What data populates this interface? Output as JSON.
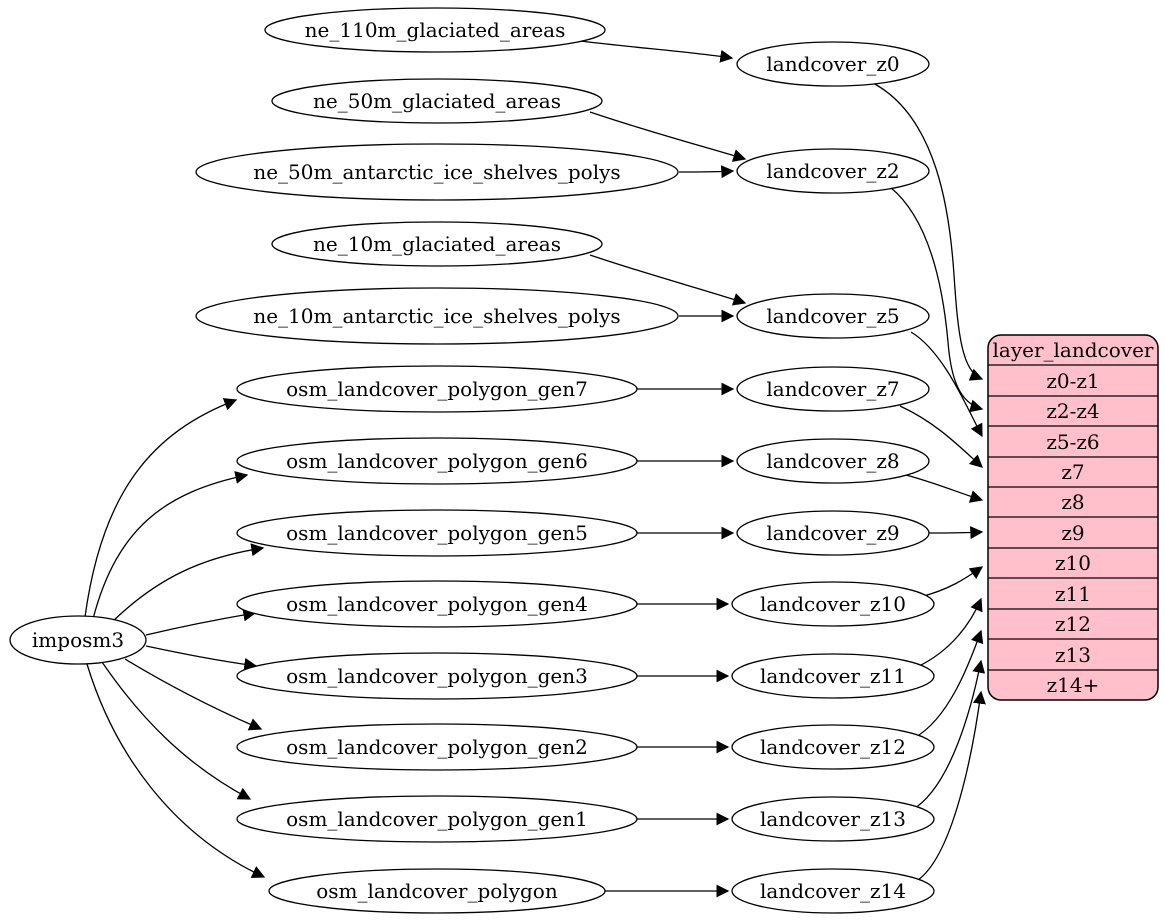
{
  "diagram": {
    "background_color": "#ffffff",
    "edge_color": "#000000",
    "node_fill_color": "#ffffff",
    "node_border_color": "#000000"
  },
  "nodes": {
    "imposm3": "imposm3",
    "ne_110m_glaciated_areas": "ne_110m_glaciated_areas",
    "ne_50m_glaciated_areas": "ne_50m_glaciated_areas",
    "ne_50m_antarctic_ice_shelves_polys": "ne_50m_antarctic_ice_shelves_polys",
    "ne_10m_glaciated_areas": "ne_10m_glaciated_areas",
    "ne_10m_antarctic_ice_shelves_polys": "ne_10m_antarctic_ice_shelves_polys",
    "osm_landcover_polygon_gen7": "osm_landcover_polygon_gen7",
    "osm_landcover_polygon_gen6": "osm_landcover_polygon_gen6",
    "osm_landcover_polygon_gen5": "osm_landcover_polygon_gen5",
    "osm_landcover_polygon_gen4": "osm_landcover_polygon_gen4",
    "osm_landcover_polygon_gen3": "osm_landcover_polygon_gen3",
    "osm_landcover_polygon_gen2": "osm_landcover_polygon_gen2",
    "osm_landcover_polygon_gen1": "osm_landcover_polygon_gen1",
    "osm_landcover_polygon": "osm_landcover_polygon",
    "landcover_z0": "landcover_z0",
    "landcover_z2": "landcover_z2",
    "landcover_z5": "landcover_z5",
    "landcover_z7": "landcover_z7",
    "landcover_z8": "landcover_z8",
    "landcover_z9": "landcover_z9",
    "landcover_z10": "landcover_z10",
    "landcover_z11": "landcover_z11",
    "landcover_z12": "landcover_z12",
    "landcover_z13": "landcover_z13",
    "landcover_z14": "landcover_z14"
  },
  "table": {
    "title": "layer_landcover",
    "fill_color": "#ffc0cb",
    "rows": [
      "z0-z1",
      "z2-z4",
      "z5-z6",
      "z7",
      "z8",
      "z9",
      "z10",
      "z11",
      "z12",
      "z13",
      "z14+"
    ]
  },
  "edges": [
    {
      "from": "ne_110m_glaciated_areas",
      "to": "landcover_z0"
    },
    {
      "from": "ne_50m_glaciated_areas",
      "to": "landcover_z2"
    },
    {
      "from": "ne_50m_antarctic_ice_shelves_polys",
      "to": "landcover_z2"
    },
    {
      "from": "ne_10m_glaciated_areas",
      "to": "landcover_z5"
    },
    {
      "from": "ne_10m_antarctic_ice_shelves_polys",
      "to": "landcover_z5"
    },
    {
      "from": "imposm3",
      "to": "osm_landcover_polygon_gen7"
    },
    {
      "from": "imposm3",
      "to": "osm_landcover_polygon_gen6"
    },
    {
      "from": "imposm3",
      "to": "osm_landcover_polygon_gen5"
    },
    {
      "from": "imposm3",
      "to": "osm_landcover_polygon_gen4"
    },
    {
      "from": "imposm3",
      "to": "osm_landcover_polygon_gen3"
    },
    {
      "from": "imposm3",
      "to": "osm_landcover_polygon_gen2"
    },
    {
      "from": "imposm3",
      "to": "osm_landcover_polygon_gen1"
    },
    {
      "from": "imposm3",
      "to": "osm_landcover_polygon"
    },
    {
      "from": "osm_landcover_polygon_gen7",
      "to": "landcover_z7"
    },
    {
      "from": "osm_landcover_polygon_gen6",
      "to": "landcover_z8"
    },
    {
      "from": "osm_landcover_polygon_gen5",
      "to": "landcover_z9"
    },
    {
      "from": "osm_landcover_polygon_gen4",
      "to": "landcover_z10"
    },
    {
      "from": "osm_landcover_polygon_gen3",
      "to": "landcover_z11"
    },
    {
      "from": "osm_landcover_polygon_gen2",
      "to": "landcover_z12"
    },
    {
      "from": "osm_landcover_polygon_gen1",
      "to": "landcover_z13"
    },
    {
      "from": "osm_landcover_polygon",
      "to": "landcover_z14"
    },
    {
      "from": "landcover_z0",
      "to": "layer_landcover",
      "to_row": "z0-z1"
    },
    {
      "from": "landcover_z2",
      "to": "layer_landcover",
      "to_row": "z2-z4"
    },
    {
      "from": "landcover_z5",
      "to": "layer_landcover",
      "to_row": "z5-z6"
    },
    {
      "from": "landcover_z7",
      "to": "layer_landcover",
      "to_row": "z7"
    },
    {
      "from": "landcover_z8",
      "to": "layer_landcover",
      "to_row": "z8"
    },
    {
      "from": "landcover_z9",
      "to": "layer_landcover",
      "to_row": "z9"
    },
    {
      "from": "landcover_z10",
      "to": "layer_landcover",
      "to_row": "z10"
    },
    {
      "from": "landcover_z11",
      "to": "layer_landcover",
      "to_row": "z11"
    },
    {
      "from": "landcover_z12",
      "to": "layer_landcover",
      "to_row": "z12"
    },
    {
      "from": "landcover_z13",
      "to": "layer_landcover",
      "to_row": "z13"
    },
    {
      "from": "landcover_z14",
      "to": "layer_landcover",
      "to_row": "z14+"
    }
  ]
}
